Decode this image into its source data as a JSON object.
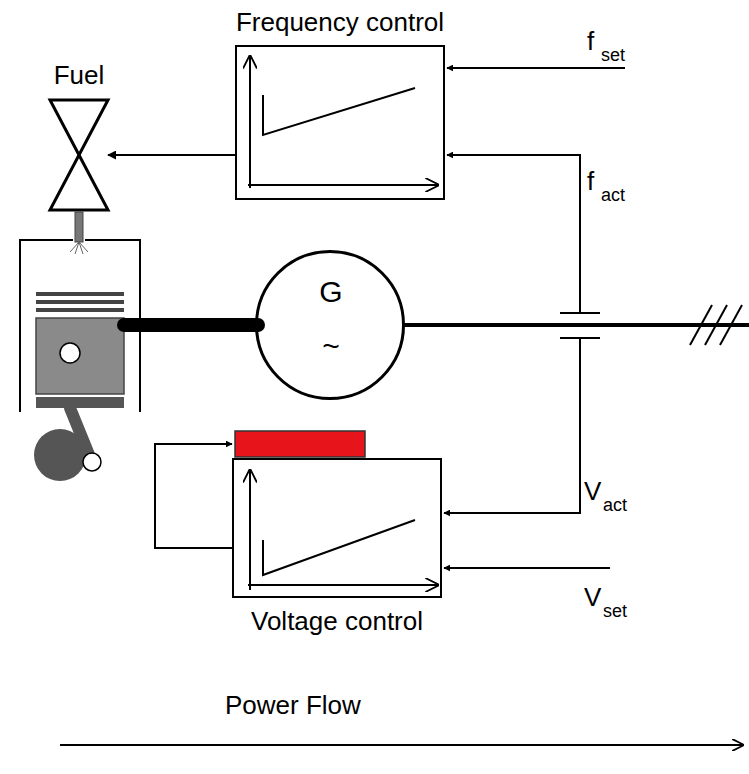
{
  "diagram": {
    "nodes": [
      {
        "text": [
          "Frequency control"
        ]
      },
      {
        "text": [
          "Fuel"
        ]
      },
      {
        "text": [
          "G",
          "~"
        ]
      },
      {
        "text": [
          "Voltage control"
        ]
      }
    ],
    "edges": [
      {
        "from": 0,
        "to": 1,
        "arrow": "to"
      }
    ],
    "labels": [
      "f",
      "set",
      "f",
      "act",
      "V",
      "act",
      "V",
      "set",
      "Power Flow"
    ]
  }
}
